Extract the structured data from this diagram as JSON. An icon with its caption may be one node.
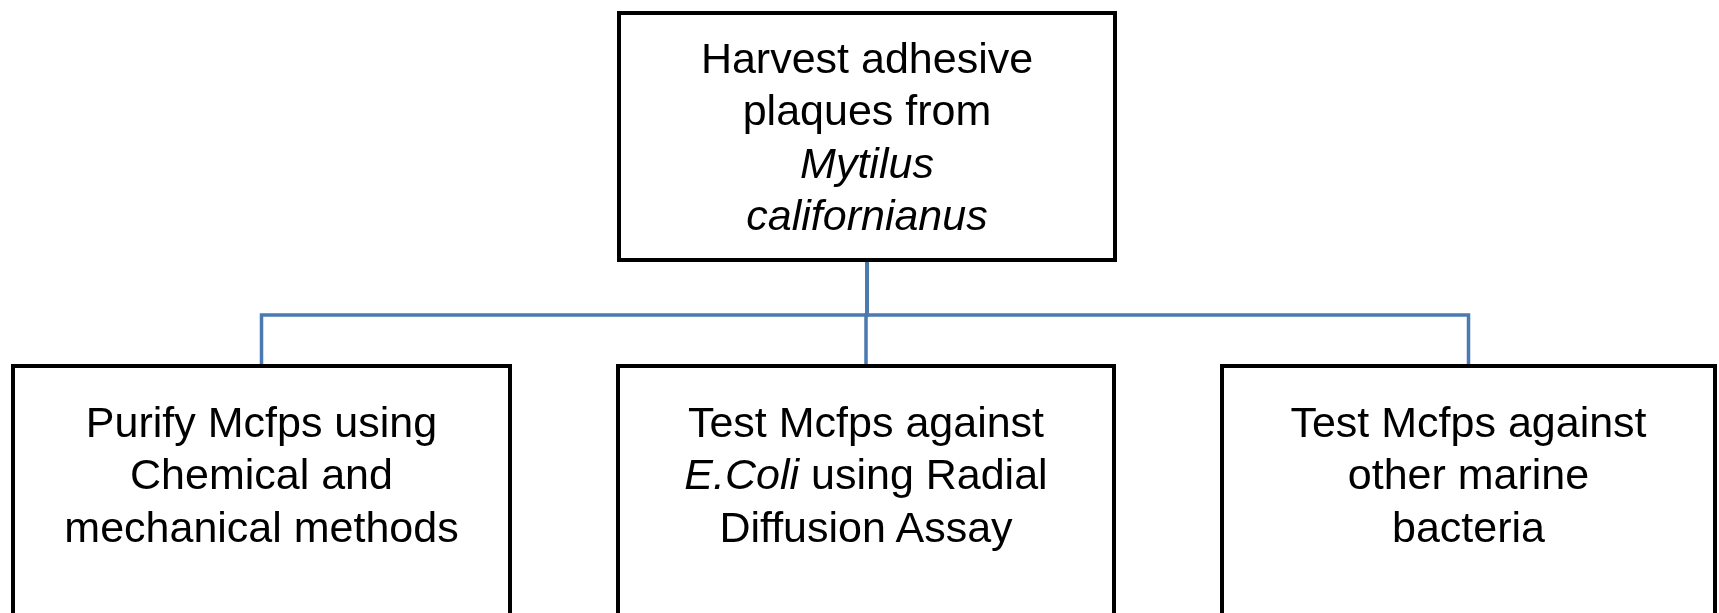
{
  "diagram": {
    "nodes": [
      {
        "text": [
          "Harvest adhesive plaques from *Mytilus californianus*"
        ]
      },
      {
        "text": [
          "Purify Mcfps using Chemical and mechanical methods"
        ]
      },
      {
        "text": [
          "Test Mcfps against *E.Coli* using Radial Diffusion Assay"
        ]
      },
      {
        "text": [
          "Test Mcfps against other marine bacteria"
        ]
      }
    ],
    "edges": [
      {
        "from": 0,
        "to": 1,
        "arrow": "none"
      },
      {
        "from": 0,
        "to": 2,
        "arrow": "none"
      },
      {
        "from": 0,
        "to": 3,
        "arrow": "none"
      }
    ]
  }
}
